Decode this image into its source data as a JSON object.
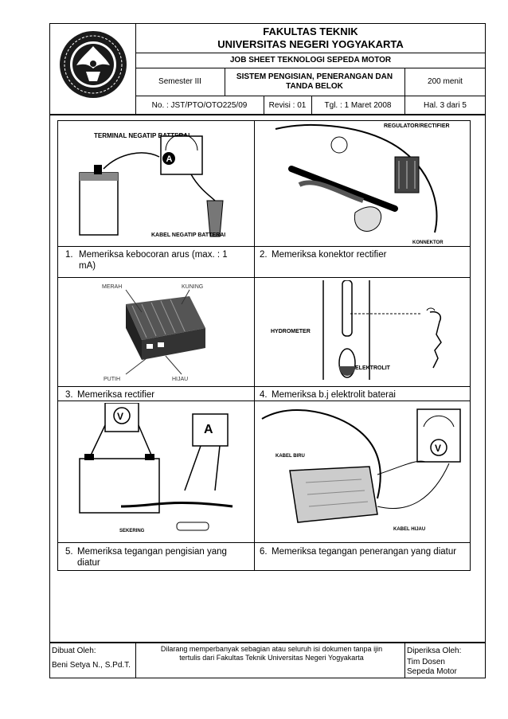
{
  "header": {
    "faculty": "FAKULTAS TEKNIK",
    "university": "UNIVERSITAS NEGERI YOGYAKARTA",
    "job_sheet": "JOB SHEET TEKNOLOGI SEPEDA MOTOR",
    "semester": "Semester III",
    "topic": "SISTEM PENGISIAN, PENERANGAN DAN TANDA BELOK",
    "duration": "200 menit",
    "doc_no": "No. : JST/PTO/OTO225/09",
    "revision": "Revisi : 01",
    "date": "Tgl. : 1 Maret 2008",
    "page": "Hal. 3 dari 5"
  },
  "figures": [
    {
      "caption_num": "1.",
      "caption": "Memeriksa kebocoran arus (max. : 1 mA)",
      "labels": [
        "TERMINAL NEGATIP BATTERAI",
        "KABEL NEGATIP BATTERAI"
      ],
      "meter": "A"
    },
    {
      "caption_num": "2.",
      "caption": "Memeriksa konektor rectifier",
      "labels": [
        "REGULATOR/RECTIFIER",
        "KONNEKTOR"
      ]
    },
    {
      "caption_num": "3.",
      "caption": "Memeriksa rectifier",
      "labels": [
        "MERAH",
        "KUNING",
        "PUTIH",
        "HIJAU"
      ]
    },
    {
      "caption_num": "4.",
      "caption": "Memeriksa b.j elektrolit baterai",
      "labels": [
        "HYDROMETER",
        "ELEKTROLIT"
      ]
    },
    {
      "caption_num": "5.",
      "caption": "Memeriksa tegangan pengisian yang diatur",
      "labels": [
        "SEKERING"
      ],
      "meters": [
        "V",
        "A"
      ]
    },
    {
      "caption_num": "6.",
      "caption": "Memeriksa tegangan penerangan yang diatur",
      "labels": [
        "KABEL BIRU",
        "KABEL HIJAU"
      ],
      "meter": "V"
    }
  ],
  "footer": {
    "made_by_label": "Dibuat Oleh:",
    "made_by_name": "Beni Setya N., S.Pd.T.",
    "notice": "Dilarang memperbanyak sebagian atau seluruh isi dokumen tanpa ijin tertulis dari Fakultas Teknik Universitas Negeri Yogyakarta",
    "checked_by_label": "Diperiksa Oleh:",
    "checked_by_name": "Tim Dosen Sepeda Motor"
  }
}
